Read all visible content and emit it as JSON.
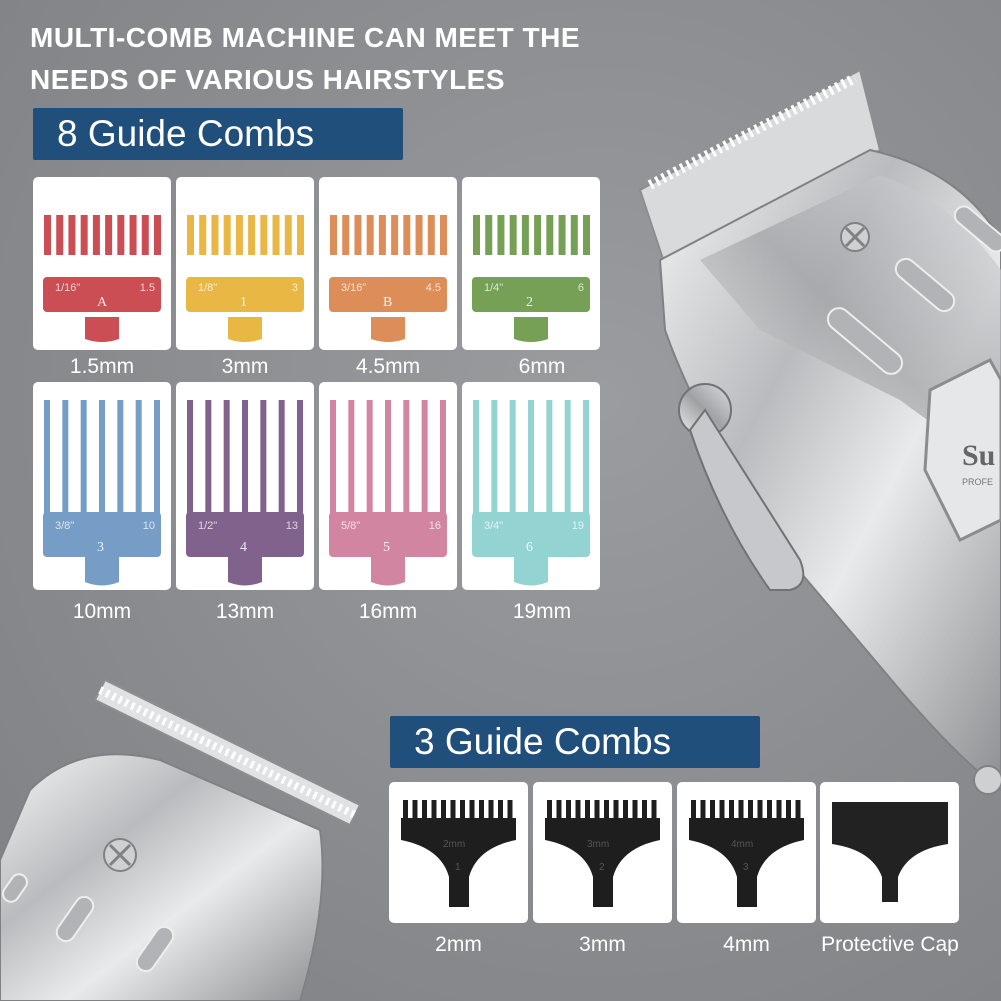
{
  "headline": {
    "line1": "MULTI-COMB MACHINE CAN MEET THE",
    "line2": "NEEDS OF VARIOUS HAIRSTYLES"
  },
  "section_main": {
    "title": "8 Guide Combs",
    "combs": [
      {
        "size": "1.5mm",
        "color": "#c8454b",
        "inch": "1/16\"",
        "letter": "A",
        "mm": "1.5"
      },
      {
        "size": "3mm",
        "color": "#e7b43a",
        "inch": "1/8\"",
        "letter": "1",
        "mm": "3"
      },
      {
        "size": "4.5mm",
        "color": "#dc8850",
        "inch": "3/16\"",
        "letter": "B",
        "mm": "4.5"
      },
      {
        "size": "6mm",
        "color": "#6f9b4c",
        "inch": "1/4\"",
        "letter": "2",
        "mm": "6"
      },
      {
        "size": "10mm",
        "color": "#6f98c2",
        "inch": "3/8\"",
        "letter": "3",
        "mm": "10"
      },
      {
        "size": "13mm",
        "color": "#7b5a86",
        "inch": "1/2\"",
        "letter": "4",
        "mm": "13"
      },
      {
        "size": "16mm",
        "color": "#cf7f9c",
        "inch": "5/8\"",
        "letter": "5",
        "mm": "16"
      },
      {
        "size": "19mm",
        "color": "#8ed2d0",
        "inch": "3/4\"",
        "letter": "6",
        "mm": "19"
      }
    ]
  },
  "section_trimmer": {
    "title": "3 Guide Combs",
    "combs": [
      {
        "size": "2mm",
        "imprint": "2mm",
        "number": "1"
      },
      {
        "size": "3mm",
        "imprint": "3mm",
        "number": "2"
      },
      {
        "size": "4mm",
        "imprint": "4mm",
        "number": "3"
      }
    ],
    "cap_label": "Protective  Cap"
  },
  "clipper_brand": "Su",
  "clipper_brand_sub": "PROFE"
}
